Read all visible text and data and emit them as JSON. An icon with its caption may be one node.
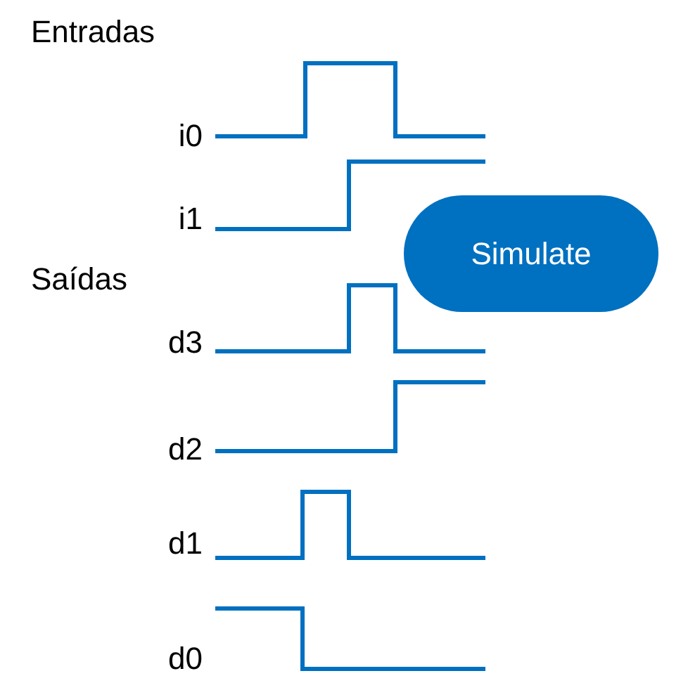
{
  "diagram": {
    "nodes": [
      {
        "text": [
          "Simulate"
        ]
      }
    ],
    "labels": [
      "Entradas",
      "i0",
      "i1",
      "Saídas",
      "d3",
      "d2",
      "d1",
      "d0"
    ]
  }
}
